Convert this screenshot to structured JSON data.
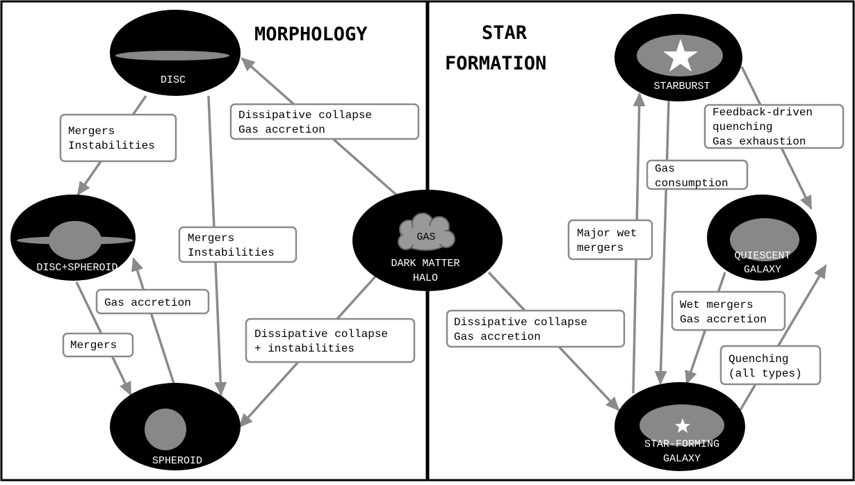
{
  "panels": {
    "left": {
      "title": "MORPHOLOGY"
    },
    "right": {
      "title_lines": [
        "STAR",
        "FORMATION"
      ]
    }
  },
  "nodes": {
    "disc": "DISC",
    "disc_spheroid": "DISC+SPHEROID",
    "spheroid": "SPHEROID",
    "gas": "GAS",
    "dark_matter_halo": [
      "DARK MATTER",
      "HALO"
    ],
    "starburst": "STARBURST",
    "quiescent": [
      "QUIESCENT",
      "GALAXY"
    ],
    "star_forming": [
      "STAR-FORMING",
      "GALAXY"
    ]
  },
  "edge_labels": {
    "disc_to_ds": [
      "Mergers",
      "Instabilities"
    ],
    "disc_to_sph": [
      "Mergers",
      "Instabilities"
    ],
    "halo_to_disc": [
      "Dissipative collapse",
      "Gas accretion"
    ],
    "sph_to_ds": [
      "Gas accretion"
    ],
    "ds_to_sph": [
      "Mergers"
    ],
    "halo_to_sph": [
      "Dissipative collapse",
      "+ instabilities"
    ],
    "halo_to_sf": [
      "Dissipative collapse",
      "Gas accretion"
    ],
    "sf_to_sb": [
      "Major wet",
      "mergers"
    ],
    "sb_to_sf": [
      "Gas",
      "consumption"
    ],
    "sb_to_q": [
      "Feedback-driven",
      "quenching",
      "Gas exhaustion"
    ],
    "q_to_sf": [
      "Wet mergers",
      "Gas accretion"
    ],
    "sf_to_q": [
      "Quenching",
      "(all types)"
    ]
  }
}
